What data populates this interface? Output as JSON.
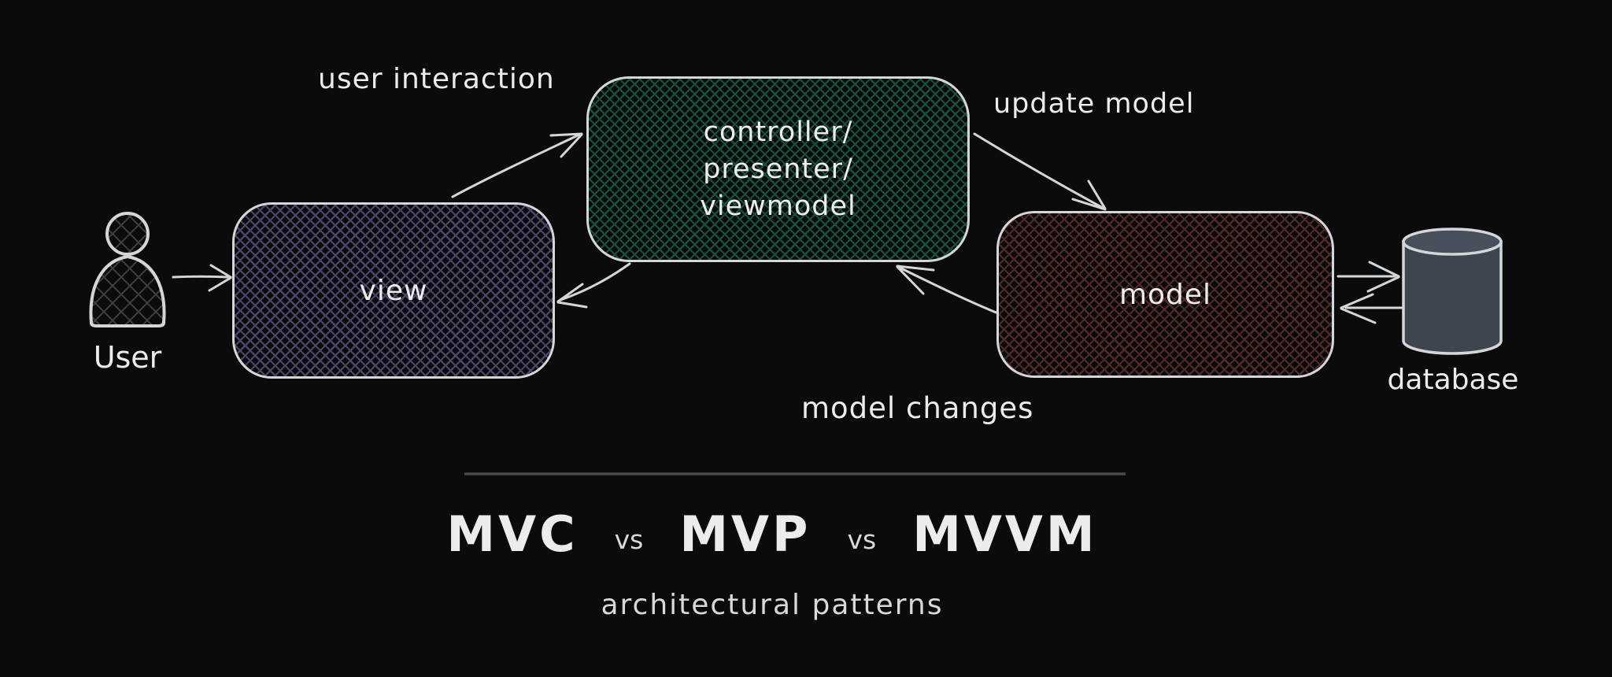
{
  "colors": {
    "background": "#0c0b0b",
    "stroke": "#d4d7d9",
    "text": "#ececec",
    "text_dim": "#d9d9d9",
    "view_hatch": "#4b4569",
    "controller_hatch": "#19503d",
    "model_hatch": "#4e2b28",
    "database_fill": "#3e454f",
    "database_top": "#47505b",
    "person_hatch": "#3f3f3f",
    "divider": "#4a4a4a"
  },
  "actors": {
    "user": {
      "label": "User"
    },
    "database": {
      "label": "database"
    }
  },
  "nodes": {
    "view": {
      "label": "view"
    },
    "controller": {
      "line1": "controller/",
      "line2": "presenter/",
      "line3": "viewmodel"
    },
    "model": {
      "label": "model"
    }
  },
  "edges": {
    "user_interaction": {
      "label": "user interaction"
    },
    "update_model": {
      "label": "update model"
    },
    "model_changes": {
      "label": "model changes"
    }
  },
  "footer": {
    "mvc": "MVC",
    "vs1": "vs",
    "mvp": "MVP",
    "vs2": "vs",
    "mvvm": "MVVM",
    "subtitle": "architectural patterns"
  }
}
